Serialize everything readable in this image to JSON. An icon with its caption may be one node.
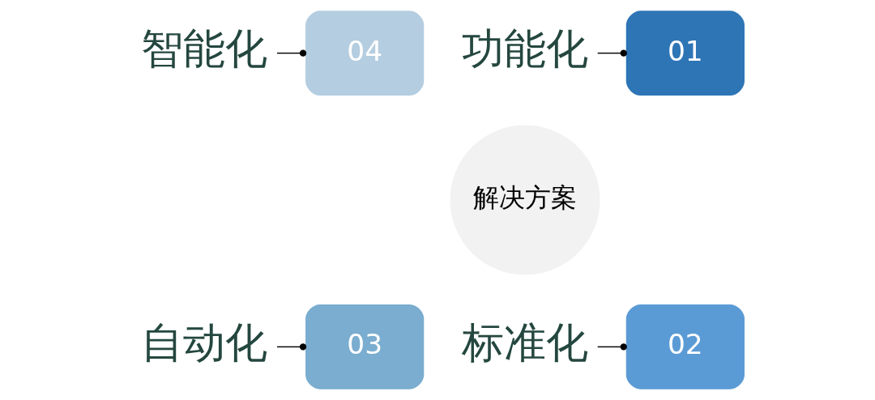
{
  "diagram": {
    "nodes": [
      {
        "text": [
          "解决方案"
        ]
      },
      {
        "text": [
          "04"
        ]
      },
      {
        "text": [
          "01"
        ]
      },
      {
        "text": [
          "03"
        ]
      },
      {
        "text": [
          "02"
        ]
      },
      {
        "text": [
          "智能化"
        ]
      },
      {
        "text": [
          "功能化"
        ]
      },
      {
        "text": [
          "自动化"
        ]
      },
      {
        "text": [
          "标准化"
        ]
      }
    ],
    "edges": [
      {
        "from": 5,
        "to": 1,
        "arrow": "other"
      },
      {
        "from": 6,
        "to": 2,
        "arrow": "other"
      },
      {
        "from": 7,
        "to": 3,
        "arrow": "other"
      },
      {
        "from": 8,
        "to": 4,
        "arrow": "other"
      }
    ]
  }
}
